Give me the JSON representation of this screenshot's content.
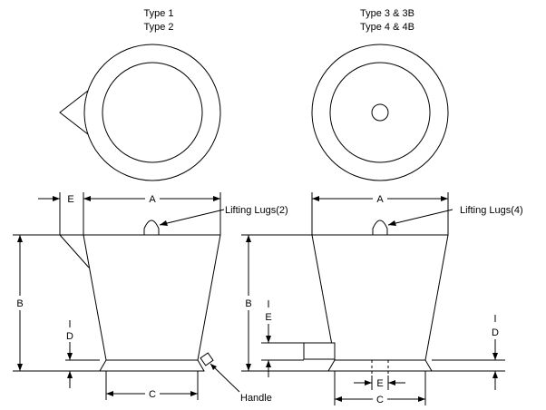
{
  "left_view": {
    "title_line1": "Type 1",
    "title_line2": "Type 2",
    "dim_A": "A",
    "dim_B": "B",
    "dim_C": "C",
    "dim_D": "D",
    "dim_E": "E",
    "lugs_label": "Lifting Lugs(2)",
    "handle_label": "Handle"
  },
  "right_view": {
    "title_line1": "Type 3 & 3B",
    "title_line2": "Type 4 & 4B",
    "dim_A": "A",
    "dim_B": "B",
    "dim_C": "C",
    "dim_D": "D",
    "dim_E_side": "E",
    "dim_E_bottom": "E",
    "lugs_label": "Lifting Lugs(4)"
  }
}
